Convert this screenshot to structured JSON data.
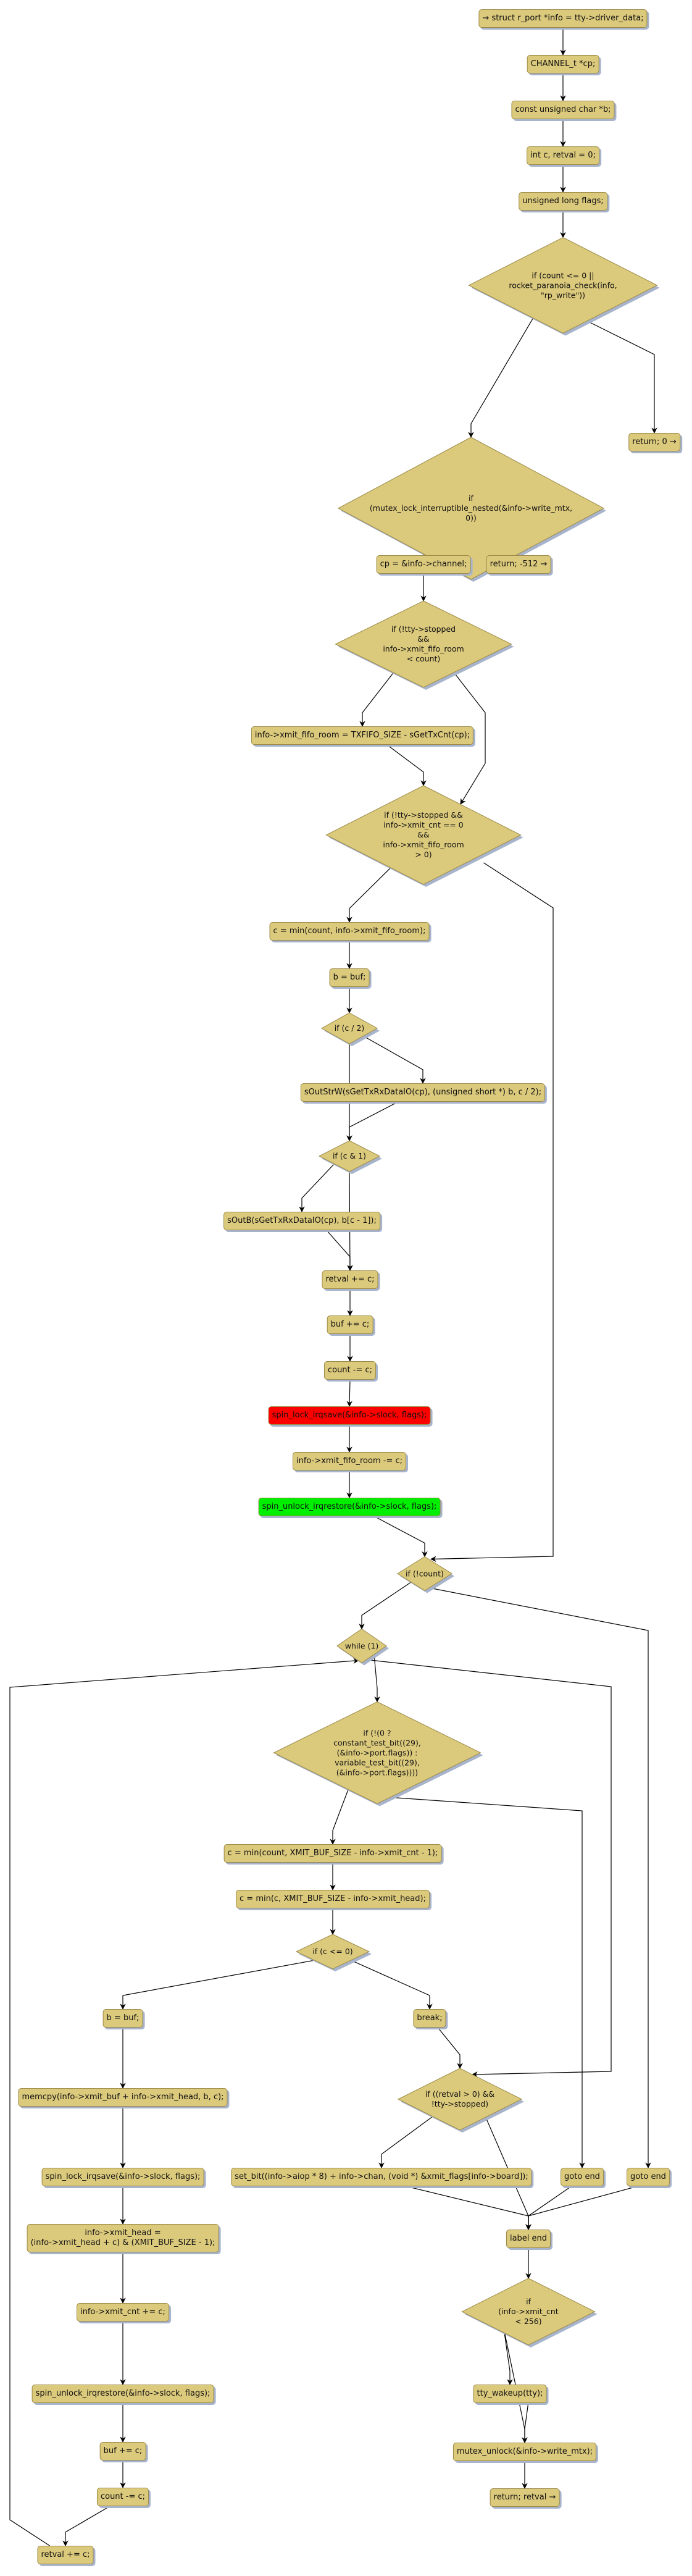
{
  "title": "rp_write control flow graph",
  "colors": {
    "node_fill": "#dbc97c",
    "node_border": "#9c8a48",
    "shadow": "#a8b4cc",
    "lock": "#ff0000",
    "unlock": "#00ee00",
    "edge": "#000000"
  },
  "nodes": [
    {
      "id": "n1",
      "type": "box",
      "text": "→ struct r_port *info = tty->driver_data;"
    },
    {
      "id": "n2",
      "type": "box",
      "text": "CHANNEL_t *cp;"
    },
    {
      "id": "n3",
      "type": "box",
      "text": "const unsigned char *b;"
    },
    {
      "id": "n4",
      "type": "box",
      "text": "int c, retval = 0;"
    },
    {
      "id": "n5",
      "type": "box",
      "text": "unsigned long flags;"
    },
    {
      "id": "d1",
      "type": "diamond",
      "text": "if (count <= 0 ||\nrocket_paranoia_check(info,\n\"rp_write\"))"
    },
    {
      "id": "d2",
      "type": "diamond",
      "text": "if\n(mutex_lock_interruptible_nested(&info->write_mtx,\n0))"
    },
    {
      "id": "r0",
      "type": "box",
      "text": "return; 0 →"
    },
    {
      "id": "n6",
      "type": "box",
      "text": "cp = &info->channel;"
    },
    {
      "id": "r512",
      "type": "box",
      "text": "return; -512 →"
    },
    {
      "id": "d3",
      "type": "diamond",
      "text": "if (!tty->stopped\n&&\ninfo->xmit_fifo_room\n< count)"
    },
    {
      "id": "n7",
      "type": "box",
      "text": "info->xmit_fifo_room = TXFIFO_SIZE - sGetTxCnt(cp);"
    },
    {
      "id": "d4",
      "type": "diamond",
      "text": "if (!tty->stopped &&\ninfo->xmit_cnt == 0\n&&\ninfo->xmit_fifo_room\n> 0)"
    },
    {
      "id": "n8",
      "type": "box",
      "text": "c = min(count, info->xmit_fifo_room);"
    },
    {
      "id": "n9",
      "type": "box",
      "text": "b = buf;"
    },
    {
      "id": "d5",
      "type": "diamond",
      "text": "if (c / 2)"
    },
    {
      "id": "n10",
      "type": "box",
      "text": "sOutStrW(sGetTxRxDataIO(cp), (unsigned short *) b, c / 2);"
    },
    {
      "id": "d6",
      "type": "diamond",
      "text": "if (c & 1)"
    },
    {
      "id": "n11",
      "type": "box",
      "text": "sOutB(sGetTxRxDataIO(cp), b[c - 1]);"
    },
    {
      "id": "n12",
      "type": "box",
      "text": "retval += c;"
    },
    {
      "id": "n13",
      "type": "box",
      "text": "buf += c;"
    },
    {
      "id": "n14",
      "type": "box",
      "text": "count -= c;"
    },
    {
      "id": "n15",
      "type": "box",
      "variant": "red",
      "text": "spin_lock_irqsave(&info->slock, flags);"
    },
    {
      "id": "n16",
      "type": "box",
      "text": "info->xmit_fifo_room -= c;"
    },
    {
      "id": "n17",
      "type": "box",
      "variant": "green",
      "text": "spin_unlock_irqrestore(&info->slock, flags);"
    },
    {
      "id": "d7",
      "type": "diamond",
      "text": "if (!count)"
    },
    {
      "id": "d8",
      "type": "diamond",
      "text": "while (1)"
    },
    {
      "id": "d9",
      "type": "diamond",
      "text": "if (!(0 ?\nconstant_test_bit((29),\n(&info->port.flags)) :\nvariable_test_bit((29),\n(&info->port.flags))))"
    },
    {
      "id": "n18",
      "type": "box",
      "text": "c = min(count, XMIT_BUF_SIZE - info->xmit_cnt - 1);"
    },
    {
      "id": "n19",
      "type": "box",
      "text": "c = min(c, XMIT_BUF_SIZE - info->xmit_head);"
    },
    {
      "id": "d10",
      "type": "diamond",
      "text": "if (c <= 0)"
    },
    {
      "id": "n20",
      "type": "box",
      "text": "b = buf;"
    },
    {
      "id": "n21",
      "type": "box",
      "text": "break;"
    },
    {
      "id": "n22",
      "type": "box",
      "text": "memcpy(info->xmit_buf + info->xmit_head, b, c);"
    },
    {
      "id": "d11",
      "type": "diamond",
      "text": "if ((retval > 0) &&\n!tty->stopped)"
    },
    {
      "id": "n23",
      "type": "box",
      "text": "spin_lock_irqsave(&info->slock, flags);"
    },
    {
      "id": "n24",
      "type": "box",
      "text": "set_bit((info->aiop * 8) + info->chan, (void *) &xmit_flags[info->board]);"
    },
    {
      "id": "g1",
      "type": "box",
      "text": "goto end"
    },
    {
      "id": "g2",
      "type": "box",
      "text": "goto end"
    },
    {
      "id": "n25",
      "type": "box",
      "text": "info->xmit_head =\n(info->xmit_head + c) & (XMIT_BUF_SIZE - 1);"
    },
    {
      "id": "lend",
      "type": "box",
      "text": "label end"
    },
    {
      "id": "n26",
      "type": "box",
      "text": "info->xmit_cnt += c;"
    },
    {
      "id": "d12",
      "type": "diamond",
      "text": "if\n(info->xmit_cnt\n< 256)"
    },
    {
      "id": "n27",
      "type": "box",
      "text": "spin_unlock_irqrestore(&info->slock, flags);"
    },
    {
      "id": "n28",
      "type": "box",
      "text": "tty_wakeup(tty);"
    },
    {
      "id": "n29",
      "type": "box",
      "text": "mutex_unlock(&info->write_mtx);"
    },
    {
      "id": "n30",
      "type": "box",
      "text": "buf += c;"
    },
    {
      "id": "n31",
      "type": "box",
      "text": "return; retval →"
    },
    {
      "id": "n32",
      "type": "box",
      "text": "count -= c;"
    },
    {
      "id": "n33",
      "type": "box",
      "text": "retval += c;"
    }
  ],
  "edges": [
    [
      "n1",
      "n2"
    ],
    [
      "n2",
      "n3"
    ],
    [
      "n3",
      "n4"
    ],
    [
      "n4",
      "n5"
    ],
    [
      "n5",
      "d1"
    ],
    [
      "d1",
      "d2"
    ],
    [
      "d1",
      "r0"
    ],
    [
      "d2",
      "n6"
    ],
    [
      "d2",
      "r512"
    ],
    [
      "n6",
      "d3"
    ],
    [
      "d3",
      "n7"
    ],
    [
      "d3",
      "d4"
    ],
    [
      "n7",
      "d4"
    ],
    [
      "d4",
      "n8"
    ],
    [
      "d4",
      "d7"
    ],
    [
      "n8",
      "n9"
    ],
    [
      "n9",
      "d5"
    ],
    [
      "d5",
      "n10"
    ],
    [
      "d5",
      "d6"
    ],
    [
      "n10",
      "d6"
    ],
    [
      "d6",
      "n11"
    ],
    [
      "d6",
      "n12"
    ],
    [
      "n11",
      "n12"
    ],
    [
      "n12",
      "n13"
    ],
    [
      "n13",
      "n14"
    ],
    [
      "n14",
      "n15"
    ],
    [
      "n15",
      "n16"
    ],
    [
      "n16",
      "n17"
    ],
    [
      "n17",
      "d7"
    ],
    [
      "d7",
      "d8"
    ],
    [
      "d7",
      "g2"
    ],
    [
      "d8",
      "d9"
    ],
    [
      "d8",
      "d11"
    ],
    [
      "d9",
      "n18"
    ],
    [
      "d9",
      "g1"
    ],
    [
      "n18",
      "n19"
    ],
    [
      "n19",
      "d10"
    ],
    [
      "d10",
      "n20"
    ],
    [
      "d10",
      "n21"
    ],
    [
      "n21",
      "d11"
    ],
    [
      "n20",
      "n22"
    ],
    [
      "n22",
      "n23"
    ],
    [
      "n23",
      "n25"
    ],
    [
      "n25",
      "n26"
    ],
    [
      "n26",
      "n27"
    ],
    [
      "n27",
      "n30"
    ],
    [
      "n30",
      "n32"
    ],
    [
      "n32",
      "n33"
    ],
    [
      "n33",
      "d8"
    ],
    [
      "d11",
      "n24"
    ],
    [
      "d11",
      "lend"
    ],
    [
      "n24",
      "lend"
    ],
    [
      "g1",
      "lend"
    ],
    [
      "g2",
      "lend"
    ],
    [
      "lend",
      "d12"
    ],
    [
      "d12",
      "n28"
    ],
    [
      "d12",
      "n29"
    ],
    [
      "n28",
      "n29"
    ],
    [
      "n29",
      "n31"
    ]
  ]
}
